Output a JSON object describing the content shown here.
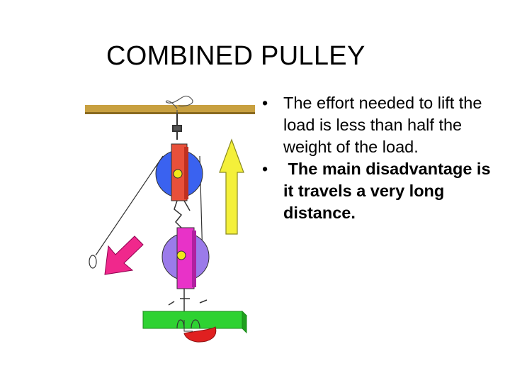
{
  "slide": {
    "title": "COMBINED PULLEY",
    "bullet_glyph": "•",
    "bullets": [
      {
        "text": "The effort needed to lift the load is less than half the weight of the load."
      },
      {
        "text": " The main disadvantage is it travels a very long distance."
      }
    ]
  },
  "illustration": {
    "icon": "combined-pulley-illustration-icon",
    "colors": {
      "beam": "#C8A040",
      "upper_wheel": "#3A62F0",
      "lower_wheel": "#9B7BEA",
      "upper_block": "#E8503A",
      "lower_block": "#E832C8",
      "axle": "#F2E81A",
      "up_arrow": "#F4F03A",
      "pull_arrow": "#F0288C",
      "load": "#2ED232",
      "load_hook": "#E02020"
    }
  }
}
